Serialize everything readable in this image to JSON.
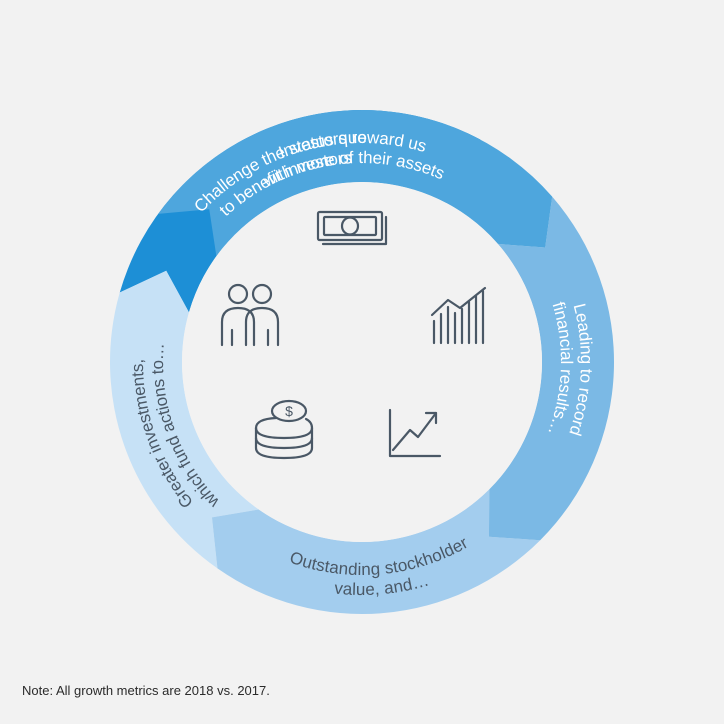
{
  "segments": [
    {
      "id": "invest-reward",
      "lines": [
        "Investors reward us",
        "with more of their assets"
      ],
      "color": "#4ea6dd",
      "text_color": "#ffffff"
    },
    {
      "id": "leading-record",
      "lines": [
        "Leading to record",
        "financial results…"
      ],
      "color": "#7bb9e5",
      "text_color": "#ffffff"
    },
    {
      "id": "outstanding-value",
      "lines": [
        "Outstanding stockholder",
        "value, and…"
      ],
      "color": "#a3cdee",
      "text_color": "#4a5866"
    },
    {
      "id": "greater-investments",
      "lines": [
        "Greater investments,",
        "which fund actions to…"
      ],
      "color": "#c6e1f6",
      "text_color": "#4a5866"
    },
    {
      "id": "challenge-status",
      "lines": [
        "Challenge the status quo",
        "to benefit investors"
      ],
      "color": "#1d8fd6",
      "text_color": "#ffffff"
    }
  ],
  "icons": [
    "money-icon",
    "bar-growth-chart-icon",
    "line-trend-chart-icon",
    "coins-dollar-icon",
    "people-icon"
  ],
  "colors": {
    "background": "#f2f2f2",
    "center": "#f2f2f2",
    "icon_stroke": "#4a5866"
  },
  "note": "Note: All growth metrics are 2018 vs. 2017."
}
